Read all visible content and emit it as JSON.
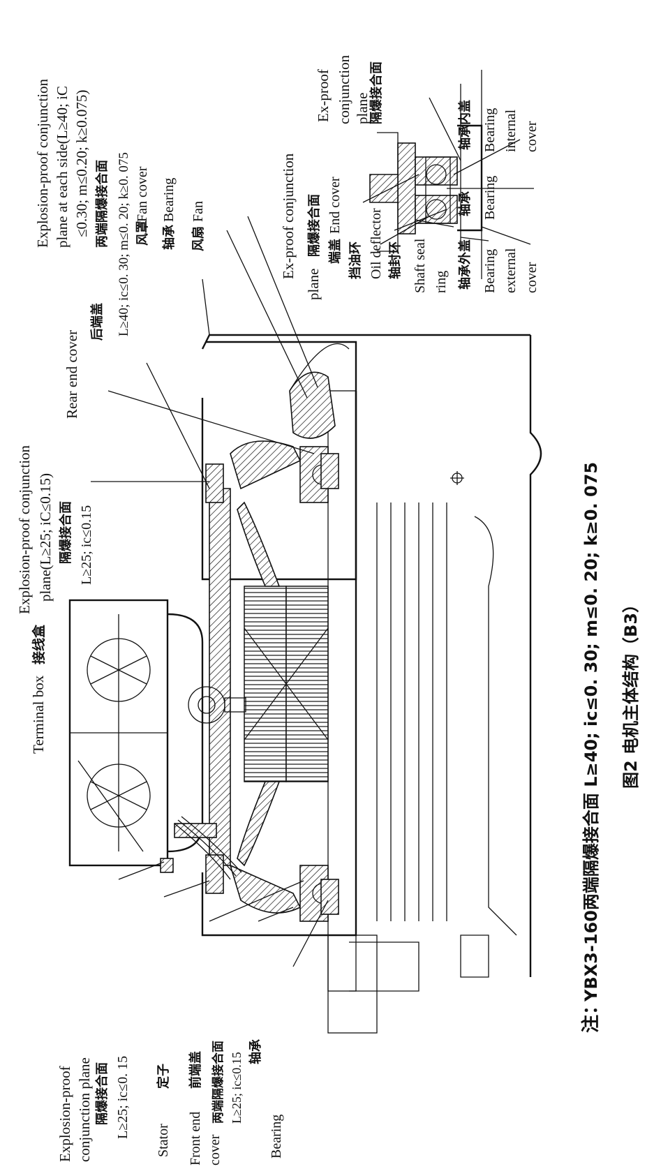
{
  "labels": {
    "terminal_box_en": "Terminal box",
    "terminal_box_cn": "接线盒",
    "expl_plane_left_en1": "Explosion-proof",
    "expl_plane_left_en2": "conjunction plane",
    "expl_plane_left_cn": "隔爆接合面",
    "expl_plane_left_spec": "L≥25; ic≤0. 15",
    "stator_en": "Stator",
    "stator_cn": "定子",
    "front_end_en1": "Front end",
    "front_end_en2": "cover",
    "front_end_cn": "前端盖",
    "both_ends_cn_left": "两端隔爆接合面",
    "both_ends_spec_left": "L≥25; ic≤0.15",
    "bearing_left_cn": "轴承",
    "bearing_left_en": "Bearing",
    "expl_plane_top_en1": "Explosion-proof  conjunction",
    "expl_plane_top_en2": "plane(L≥25;  iC≤0.15)",
    "expl_plane_top_cn": "隔爆接合面",
    "expl_plane_top_spec": "L≥25; ic≤0.15",
    "rear_end_en": "Rear end cover",
    "rear_end_cn": "后端盖",
    "expl_each_side_en1": "Explosion-proof  conjunction",
    "expl_each_side_en2": "plane at each side(L≥40;  iC",
    "expl_each_side_en3": "≤0.30;  m≤0.20;  k≥0.075)",
    "both_ends_cn_right": "两端隔爆接合面",
    "both_ends_spec_right": "L≥40; ic≤0. 30; m≤0. 20; k≥0. 075",
    "fan_cover_cn": "风罩",
    "fan_cover_en": "Fan cover",
    "bearing_mid_cn": "轴承",
    "bearing_mid_en": "Bearing",
    "fan_cn": "风扇",
    "fan_en": "Fan",
    "exproof_mid_en1": "Ex-proof    conjunction",
    "exproof_mid_en2": "plane",
    "exproof_mid_cn": "隔爆接合面",
    "end_cover_cn": "端盖",
    "end_cover_en": "End cover",
    "oil_deflector_cn": "挡油环",
    "oil_deflector_en": "Oil deflector",
    "shaft_seal_cn": "轴封环",
    "shaft_seal_en1": "Shaft  seal",
    "shaft_seal_en2": "ring",
    "bearing_ext_cn": "轴承外盖",
    "bearing_ext_en1": "Bearing",
    "bearing_ext_en2": "external",
    "bearing_ext_en3": "cover",
    "bearing_small_cn": "轴承",
    "bearing_small_en": "Bearing",
    "bearing_int_cn": "轴承内盖",
    "bearing_int_en1": "Bearing",
    "bearing_int_en2": "internal",
    "bearing_int_en3": "cover",
    "exproof_top_en1": "Ex-proof",
    "exproof_top_en2": "conjunction",
    "exproof_top_en3": "plane",
    "exproof_top_cn": "隔爆接合面",
    "note_prefix": "注：",
    "note_text": "YBX3-160两端隔爆接合面 L≥40; ic≤0. 30; m≤0. 20; k≥0. 075",
    "figure_caption": "图2  电机主体结构（B3）"
  }
}
